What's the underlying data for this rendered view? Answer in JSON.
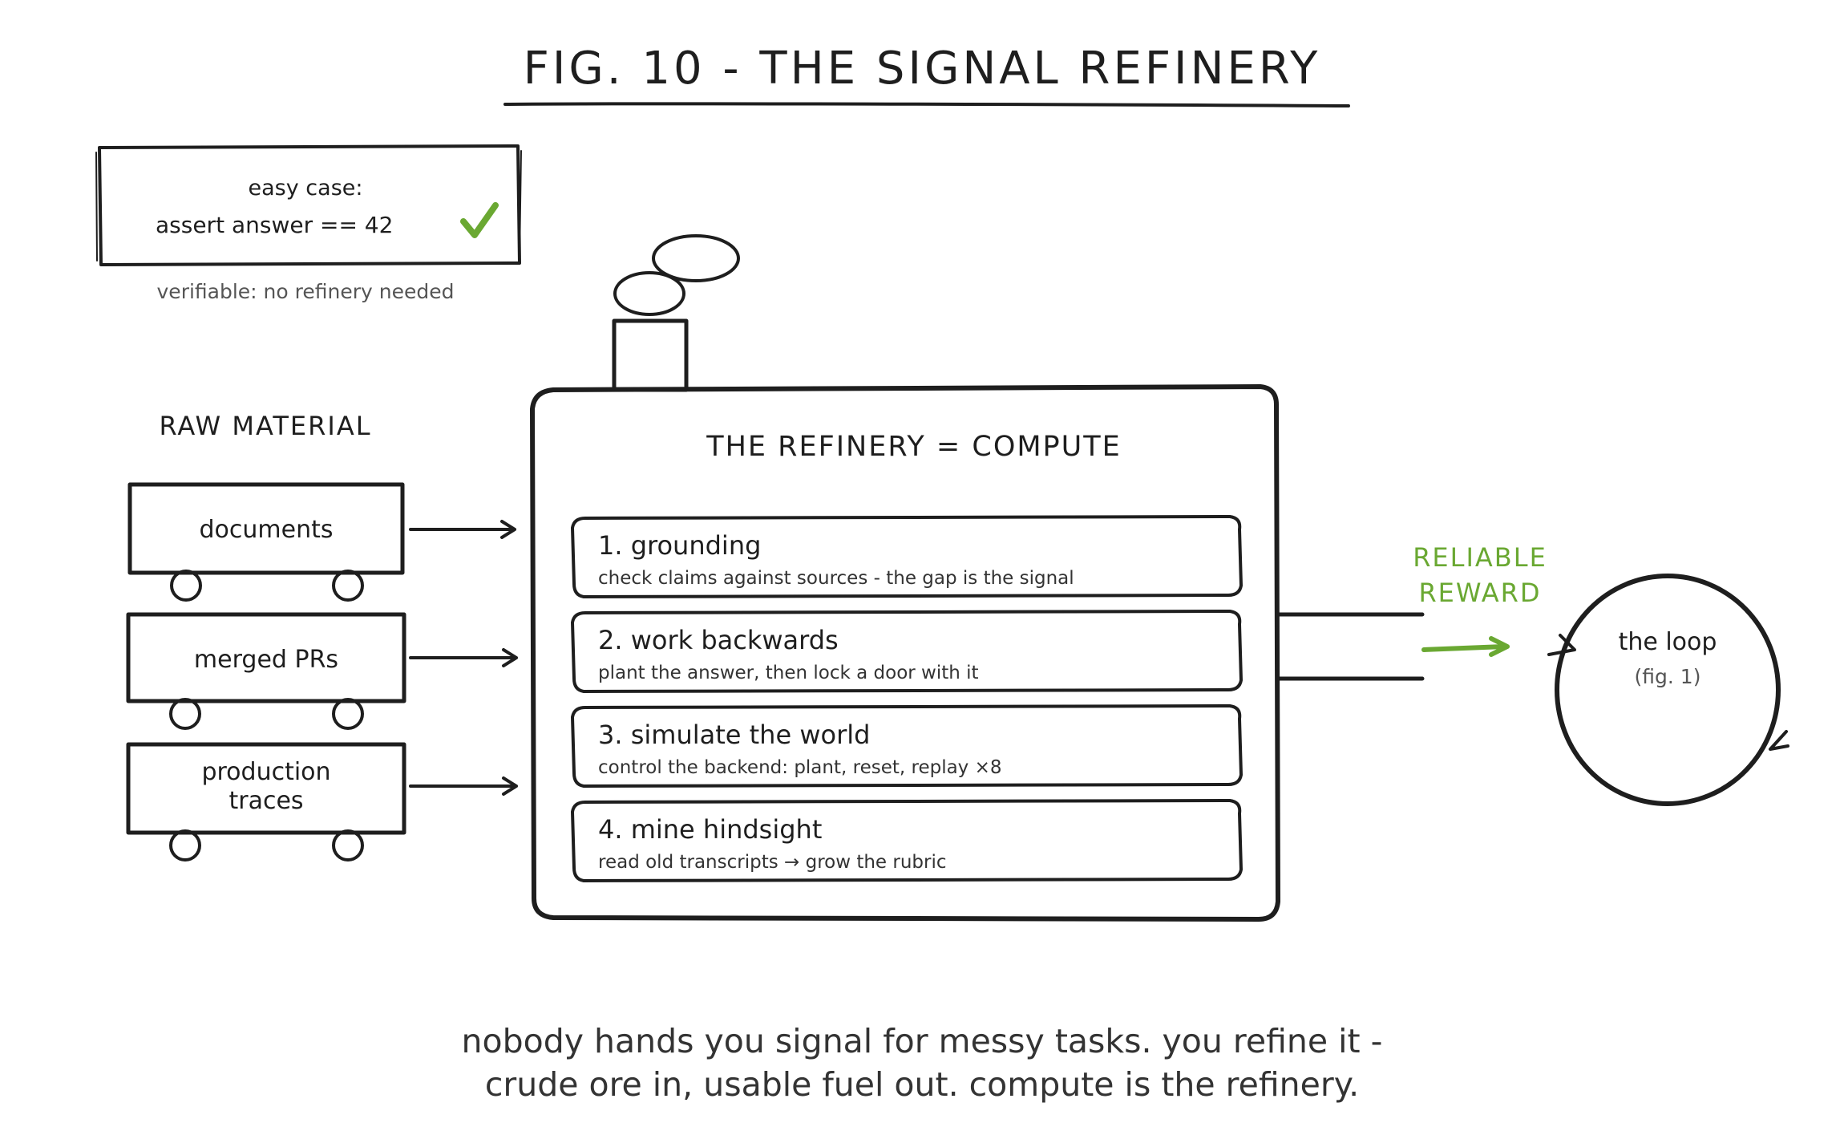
{
  "title": "FIG. 10 - THE SIGNAL REFINERY",
  "easy_case": {
    "heading": "easy case:",
    "code": "assert answer == 42",
    "check_icon": "checkmark-icon",
    "caption": "verifiable: no refinery needed"
  },
  "raw_material": {
    "heading": "RAW MATERIAL",
    "carts": [
      {
        "lines": [
          "documents"
        ]
      },
      {
        "lines": [
          "merged PRs"
        ]
      },
      {
        "lines": [
          "production",
          "traces"
        ]
      }
    ]
  },
  "refinery": {
    "heading": "THE REFINERY = COMPUTE",
    "steps": [
      {
        "title": "1. grounding",
        "desc": "check claims against sources - the gap is the signal"
      },
      {
        "title": "2. work backwards",
        "desc": "plant the answer, then lock a door with it"
      },
      {
        "title": "3. simulate the world",
        "desc": "control the backend: plant, reset, replay ×8"
      },
      {
        "title": "4. mine hindsight",
        "desc": "read old transcripts → grow the rubric"
      }
    ]
  },
  "output": {
    "lines": [
      "RELIABLE",
      "REWARD"
    ]
  },
  "loop": {
    "label": "the loop",
    "ref": "(fig. 1)"
  },
  "footer": {
    "lines": [
      "nobody hands you signal for messy tasks. you refine it -",
      "crude ore in, usable fuel out. compute is the refinery."
    ]
  },
  "colors": {
    "ink": "#1e1e1e",
    "accent": "#6aa832",
    "muted": "#555555"
  }
}
